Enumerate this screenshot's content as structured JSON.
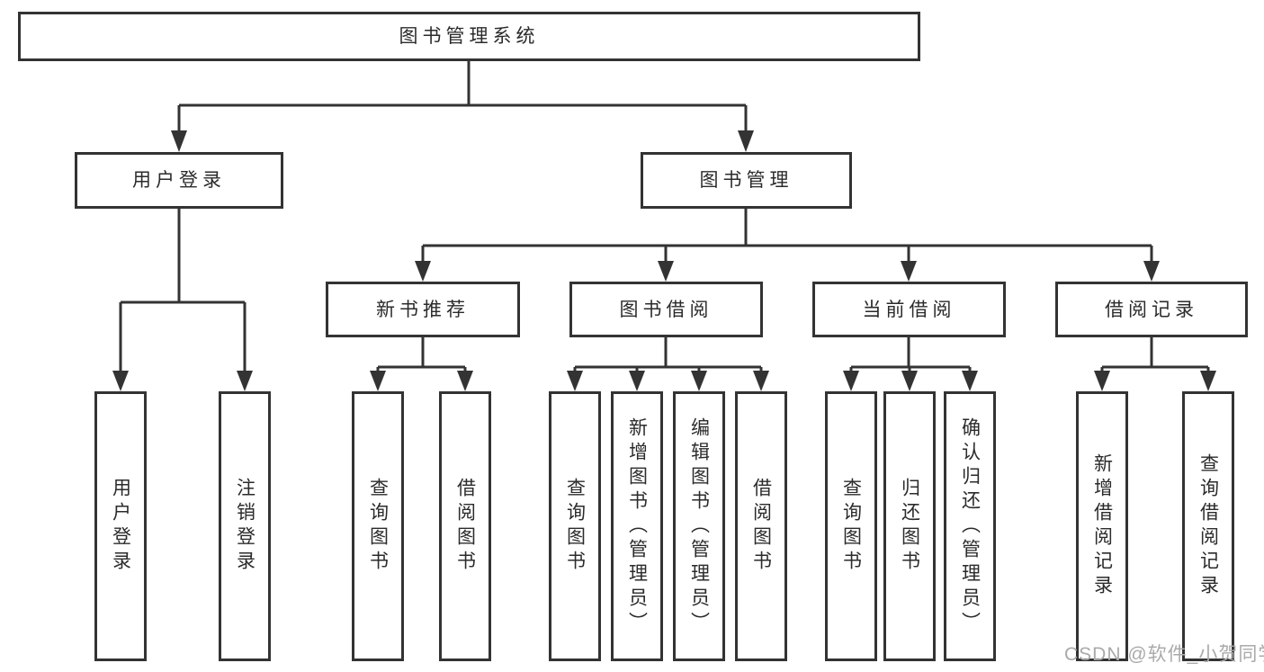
{
  "diagram": {
    "title": "library-management-system-feature-tree",
    "line_color": "#333333",
    "root": {
      "label": "图书管理系统"
    },
    "level2": [
      {
        "id": "user-login",
        "label": "用户登录"
      },
      {
        "id": "book-management",
        "label": "图书管理"
      }
    ],
    "level3": [
      {
        "id": "new-book-recommend",
        "label": "新书推荐",
        "parent": "book-management"
      },
      {
        "id": "book-borrow",
        "label": "图书借阅",
        "parent": "book-management"
      },
      {
        "id": "current-borrow",
        "label": "当前借阅",
        "parent": "book-management"
      },
      {
        "id": "borrow-records",
        "label": "借阅记录",
        "parent": "book-management"
      }
    ],
    "leaves": [
      {
        "label": "用户登录",
        "parent": "user-login"
      },
      {
        "label": "注销登录",
        "parent": "user-login"
      },
      {
        "label": "查询图书",
        "parent": "new-book-recommend"
      },
      {
        "label": "借阅图书",
        "parent": "new-book-recommend"
      },
      {
        "label": "查询图书",
        "parent": "book-borrow"
      },
      {
        "label": "新增图书（管理员）",
        "parent": "book-borrow"
      },
      {
        "label": "编辑图书（管理员）",
        "parent": "book-borrow"
      },
      {
        "label": "借阅图书",
        "parent": "book-borrow"
      },
      {
        "label": "查询图书",
        "parent": "current-borrow"
      },
      {
        "label": "归还图书",
        "parent": "current-borrow"
      },
      {
        "label": "确认归还（管理员）",
        "parent": "current-borrow"
      },
      {
        "label": "新增借阅记录",
        "parent": "borrow-records"
      },
      {
        "label": "查询借阅记录",
        "parent": "borrow-records"
      }
    ]
  },
  "watermark": {
    "text": "CSDN @软件_小贺同学",
    "color": "#aaaaaa"
  }
}
